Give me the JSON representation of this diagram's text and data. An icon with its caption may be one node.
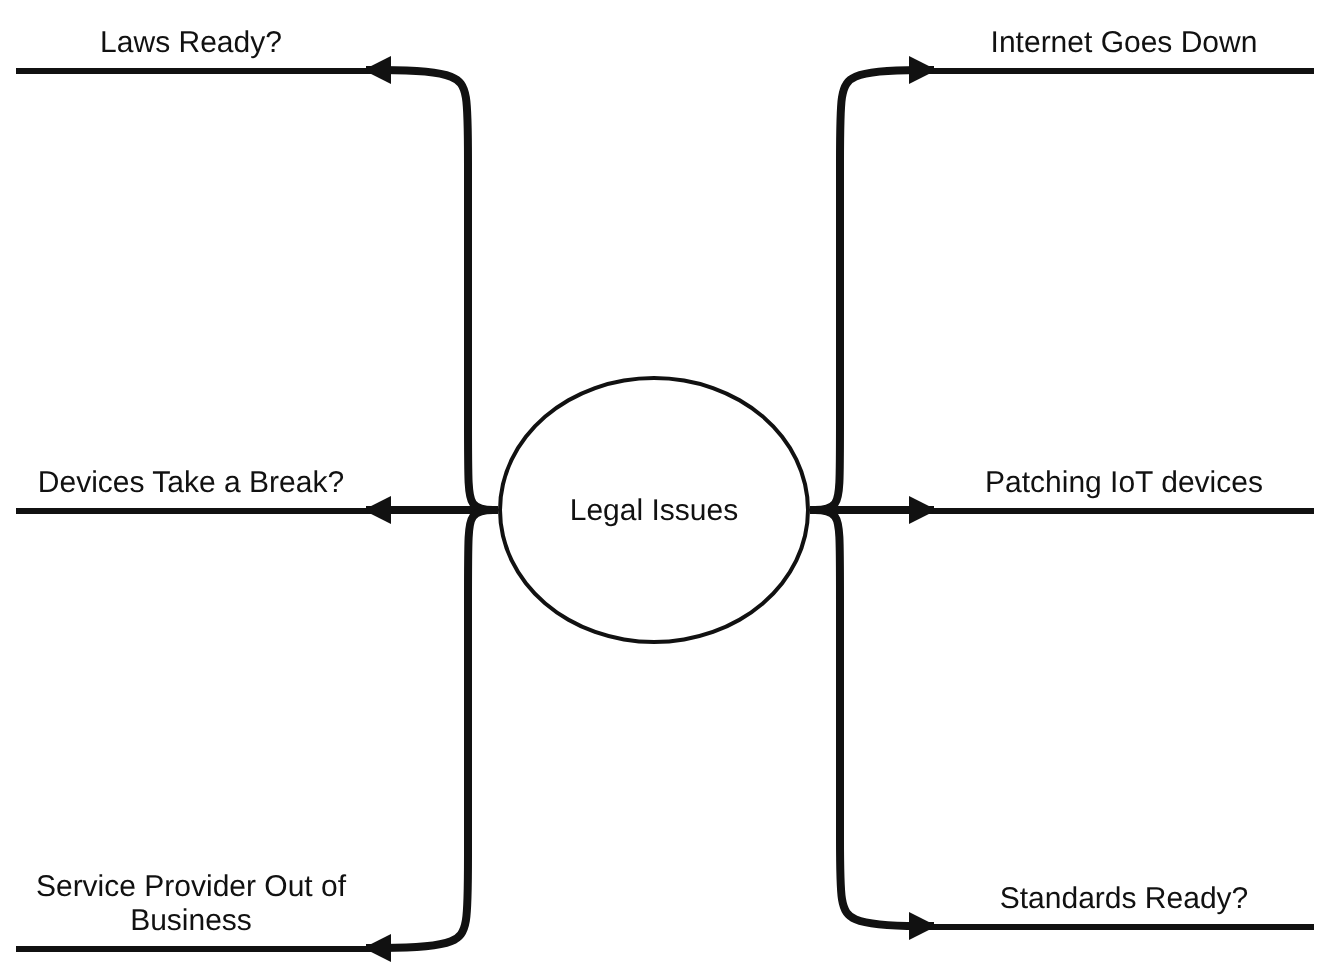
{
  "diagram": {
    "nodes": [
      {
        "text": [
          "Legal Issues"
        ]
      },
      {
        "text": [
          "Laws Ready?"
        ]
      },
      {
        "text": [
          "Devices Take a Break?"
        ]
      },
      {
        "text": [
          "Service Provider Out of Business"
        ]
      },
      {
        "text": [
          "Internet Goes Down"
        ]
      },
      {
        "text": [
          "Patching IoT devices"
        ]
      },
      {
        "text": [
          "Standards Ready?"
        ]
      }
    ],
    "edges": [
      {
        "from": 0,
        "to": 1,
        "arrow": "to"
      },
      {
        "from": 0,
        "to": 2,
        "arrow": "to"
      },
      {
        "from": 0,
        "to": 3,
        "arrow": "to"
      },
      {
        "from": 0,
        "to": 4,
        "arrow": "to"
      },
      {
        "from": 0,
        "to": 5,
        "arrow": "to"
      },
      {
        "from": 0,
        "to": 6,
        "arrow": "to"
      }
    ]
  }
}
